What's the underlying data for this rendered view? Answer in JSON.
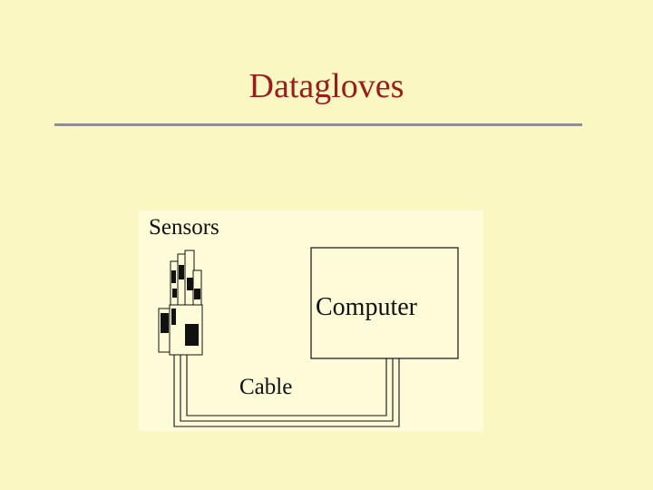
{
  "slide": {
    "title": "Datagloves"
  },
  "diagram": {
    "labels": {
      "sensors": "Sensors",
      "computer": "Computer",
      "cable": "Cable"
    },
    "colors": {
      "background": "#fbf7c3",
      "title": "#9b1c1c",
      "rule": "#8f8f8f",
      "panel": "#fefbd8",
      "stroke": "#111111"
    }
  }
}
